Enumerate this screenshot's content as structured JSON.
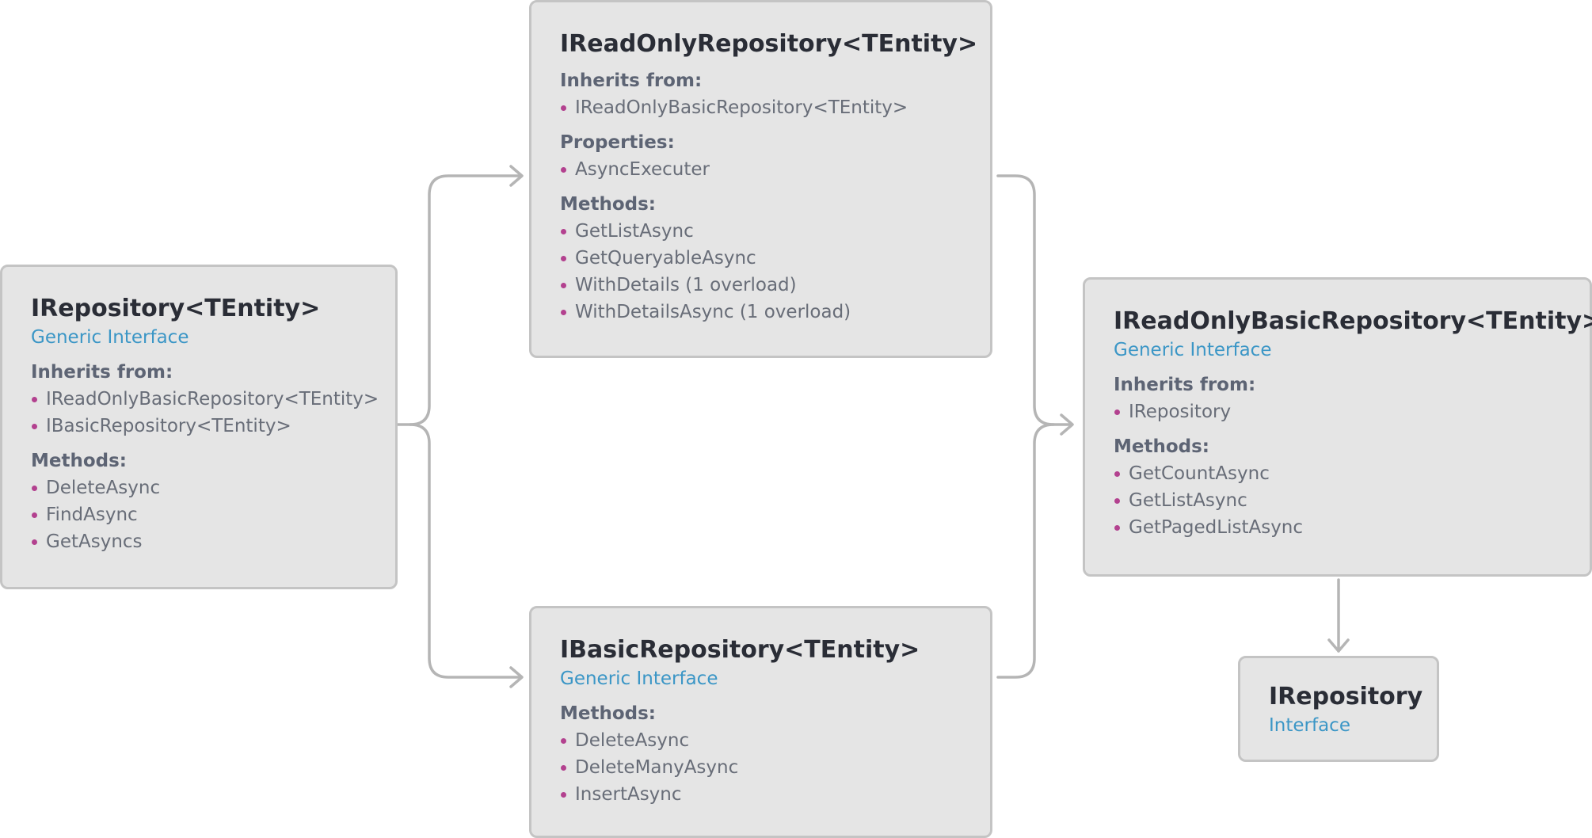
{
  "boxes": {
    "irepository_tentity": {
      "title": "IRepository<TEntity>",
      "subtitle": "Generic Interface",
      "sections": [
        {
          "title": "Inherits from:",
          "items": [
            "IReadOnlyBasicRepository<TEntity>",
            "IBasicRepository<TEntity>"
          ]
        },
        {
          "title": "Methods:",
          "items": [
            "DeleteAsync",
            "FindAsync",
            "GetAsyncs"
          ]
        }
      ]
    },
    "ireadonly_repository": {
      "title": "IReadOnlyRepository<TEntity>",
      "sections": [
        {
          "title": "Inherits from:",
          "items": [
            "IReadOnlyBasicRepository<TEntity>"
          ]
        },
        {
          "title": "Properties:",
          "items": [
            "AsyncExecuter"
          ]
        },
        {
          "title": "Methods:",
          "items": [
            "GetListAsync",
            "GetQueryableAsync",
            "WithDetails (1 overload)",
            "WithDetailsAsync (1 overload)"
          ]
        }
      ]
    },
    "ibasic_repository": {
      "title": "IBasicRepository<TEntity>",
      "subtitle": "Generic Interface",
      "sections": [
        {
          "title": "Methods:",
          "items": [
            "DeleteAsync",
            "DeleteManyAsync",
            "InsertAsync"
          ]
        }
      ]
    },
    "ireadonly_basic_repository": {
      "title": "IReadOnlyBasicRepository<TEntity>",
      "subtitle": "Generic Interface",
      "sections": [
        {
          "title": "Inherits from:",
          "items": [
            "IRepository"
          ]
        },
        {
          "title": "Methods:",
          "items": [
            "GetCountAsync",
            "GetListAsync",
            "GetPagedListAsync"
          ]
        }
      ]
    },
    "irepository": {
      "title": "IRepository",
      "subtitle": "Interface"
    }
  },
  "colors": {
    "box_fill": "#e5e5e5",
    "box_border": "#c4c4c4",
    "connector": "#b5b5b5",
    "title": "#2a2d36",
    "subtitle": "#3b96c6",
    "section_title": "#5d6474",
    "item_text": "#686d78",
    "bullet": "#b3418f"
  }
}
